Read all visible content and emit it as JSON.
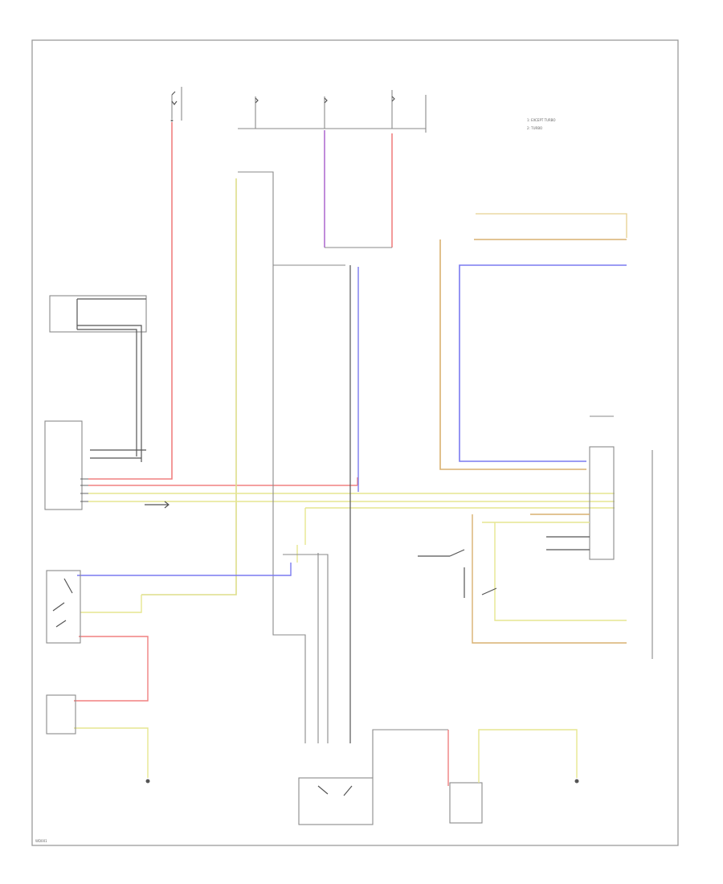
{
  "colors": {
    "red": "#f08080",
    "blue": "#7a7af0",
    "yellow": "#e6e690",
    "orange": "#d9b070",
    "purple": "#b070d0",
    "gray": "#8a8a8a",
    "dark": "#505050"
  },
  "legend": {
    "line1": "1: EXCEPT TURBO",
    "line2": "2: TURBO"
  },
  "footer_code": "WD001"
}
